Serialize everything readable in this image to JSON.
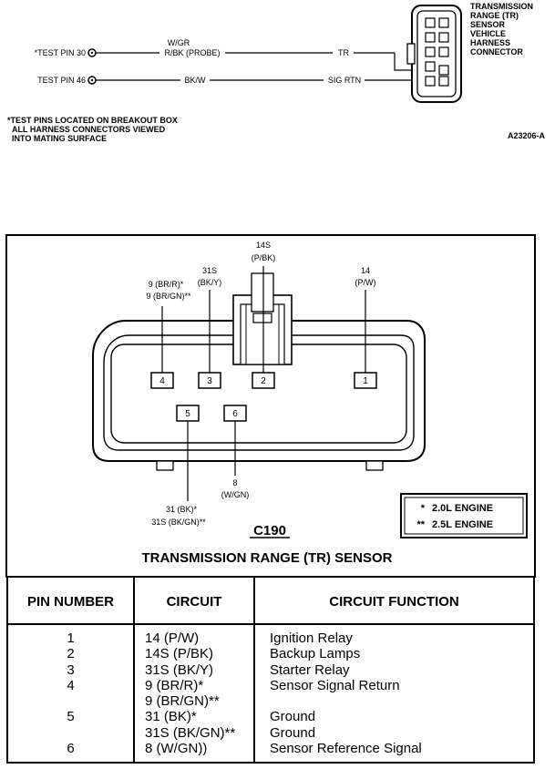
{
  "top_diagram": {
    "pins": [
      {
        "label": "*TEST PIN 30",
        "wire": "W/GR",
        "wire2": "R/BK (PROBE)",
        "signal": "TR"
      },
      {
        "label": "TEST PIN 46",
        "wire": "BK/W",
        "signal": "SIG RTN"
      }
    ],
    "connector_label": [
      "TRANSMISSION",
      "RANGE (TR)",
      "SENSOR",
      "VEHICLE",
      "HARNESS",
      "CONNECTOR"
    ],
    "footnote": [
      "*TEST PINS LOCATED ON BREAKOUT BOX",
      "ALL HARNESS CONNECTORS VIEWED",
      "INTO MATING SURFACE"
    ],
    "figure_id": "A23206-A"
  },
  "connector": {
    "pins": [
      "4",
      "3",
      "2",
      "1",
      "5",
      "6"
    ],
    "wire_labels": {
      "pin4": [
        "9 (BR/R)*",
        "9 (BR/GN)**"
      ],
      "pin3": [
        "31S",
        "(BK/Y)"
      ],
      "pin2": [
        "14S",
        "(P/BK)"
      ],
      "pin1": [
        "14",
        "(P/W)"
      ],
      "pin5": [
        "31 (BK)*",
        "31S (BK/GN)**"
      ],
      "pin6": [
        "8",
        "(W/GN)"
      ]
    },
    "legend": [
      {
        "mark": "*",
        "text": "2.0L ENGINE"
      },
      {
        "mark": "**",
        "text": "2.5L ENGINE"
      }
    ],
    "id": "C190",
    "title": "TRANSMISSION RANGE (TR) SENSOR"
  },
  "table": {
    "headers": [
      "PIN NUMBER",
      "CIRCUIT",
      "CIRCUIT FUNCTION"
    ],
    "pins": [
      "1",
      "2",
      "3",
      "4",
      "",
      "5",
      "",
      "6"
    ],
    "circuits": [
      "14 (P/W)",
      "14S (P/BK)",
      "31S (BK/Y)",
      "9 (BR/R)*",
      "9 (BR/GN)**",
      "31 (BK)*",
      "31S (BK/GN)**",
      "8 (W/GN))"
    ],
    "functions": [
      "Ignition Relay",
      "Backup Lamps",
      "Starter Relay",
      "Sensor Signal Return",
      "",
      "Ground",
      "Ground",
      "Sensor Reference Signal"
    ]
  }
}
